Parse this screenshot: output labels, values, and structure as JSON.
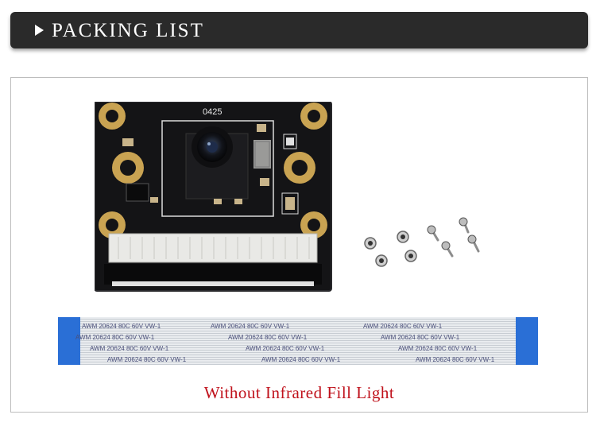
{
  "header": {
    "title": "PACKING LIST"
  },
  "board": {
    "label": "0425"
  },
  "cable": {
    "print": "AWM  20624  80C  60V  VW-1"
  },
  "caption": "Without Infrared Fill Light",
  "colors": {
    "header_bg": "#2a2a2a",
    "caption": "#c0121c",
    "cable_tab": "#2a6fd6"
  }
}
